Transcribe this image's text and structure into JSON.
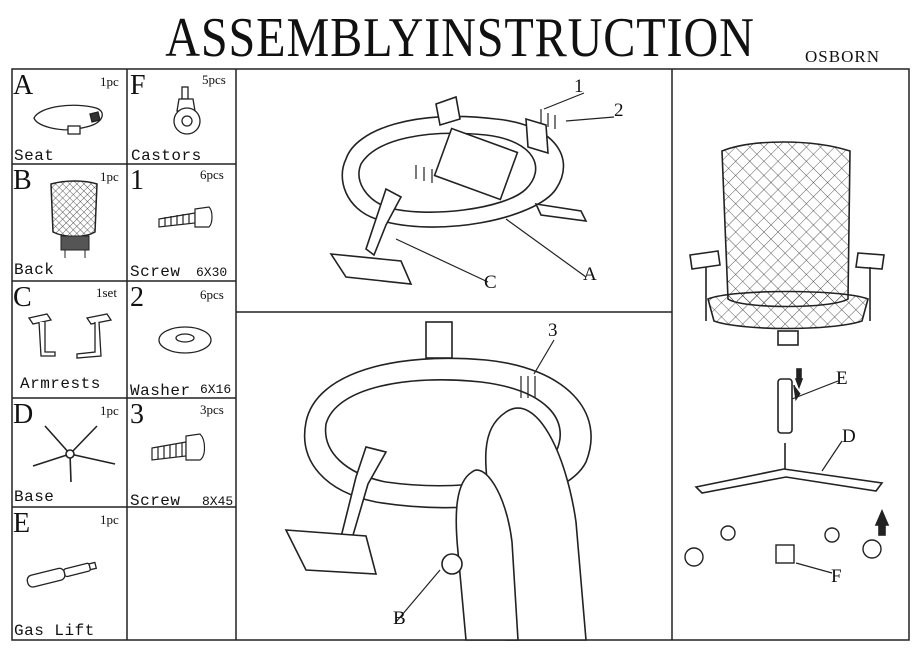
{
  "header": {
    "title": "ASSEMBLYINSTRUCTION",
    "brand": "OSBORN"
  },
  "parts": [
    {
      "letter": "A",
      "name": "Seat",
      "qty": "1pc",
      "icon": "seat-icon"
    },
    {
      "letter": "B",
      "name": "Back",
      "qty": "1pc",
      "icon": "back-icon"
    },
    {
      "letter": "C",
      "name": "Armrests",
      "qty": "1set",
      "icon": "armrests-icon"
    },
    {
      "letter": "D",
      "name": "Base",
      "qty": "1pc",
      "icon": "base-icon"
    },
    {
      "letter": "E",
      "name": "Gas Lift",
      "qty": "1pc",
      "icon": "gas-lift-icon"
    },
    {
      "letter": "F",
      "name": "Castors",
      "qty": "5pcs",
      "icon": "castor-icon"
    },
    {
      "letter": "1",
      "name": "Screw",
      "spec": "6X30",
      "qty": "6pcs",
      "icon": "screw-icon"
    },
    {
      "letter": "2",
      "name": "Washer",
      "spec": "6X16",
      "qty": "6pcs",
      "icon": "washer-icon"
    },
    {
      "letter": "3",
      "name": "Screw",
      "spec": "8X45",
      "qty": "3pcs",
      "icon": "screw-icon"
    }
  ],
  "steps": {
    "step1_labels": [
      "1",
      "2",
      "C",
      "A"
    ],
    "step2_labels": [
      "3",
      "B"
    ],
    "step3_labels": [
      "E",
      "D",
      "F"
    ]
  }
}
